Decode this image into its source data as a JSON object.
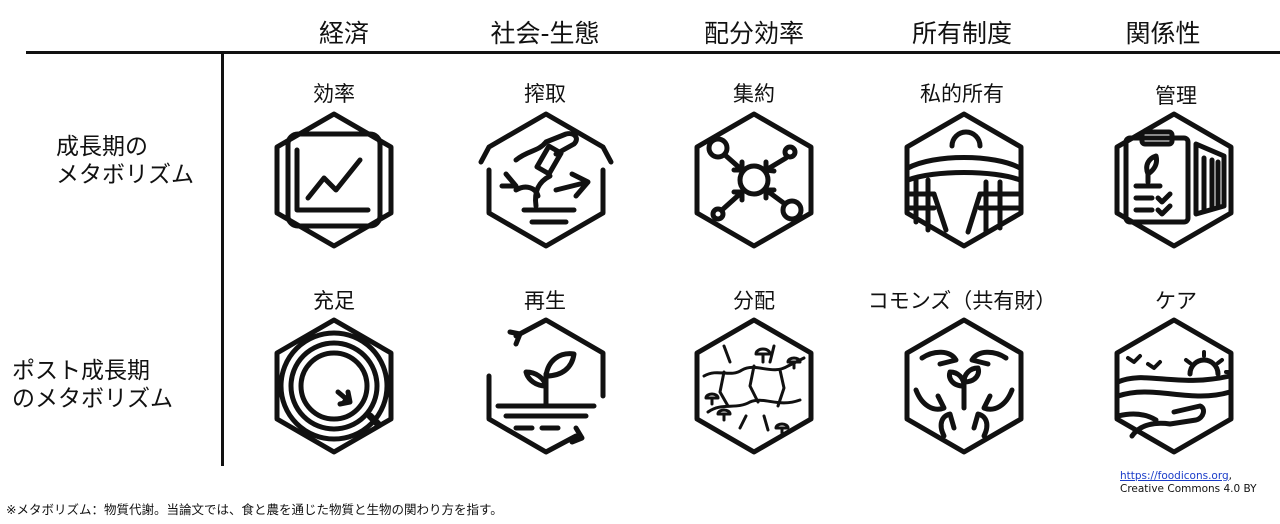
{
  "columns": [
    "経済",
    "社会-生態",
    "配分効率",
    "所有制度",
    "関係性"
  ],
  "rows": [
    {
      "label_line1": "成長期の",
      "label_line2": "メタボリズム",
      "cells": [
        {
          "label": "効率",
          "icon": "growth-chart-icon"
        },
        {
          "label": "搾取",
          "icon": "extraction-hand-icon"
        },
        {
          "label": "集約",
          "icon": "aggregation-nodes-icon"
        },
        {
          "label": "私的所有",
          "icon": "fenced-farmland-icon"
        },
        {
          "label": "管理",
          "icon": "clipboard-management-icon"
        }
      ]
    },
    {
      "label_line1": "ポスト成長期",
      "label_line2": "のメタボリズム",
      "cells": [
        {
          "label": "充足",
          "icon": "sufficiency-circle-icon"
        },
        {
          "label": "再生",
          "icon": "regeneration-sprout-icon"
        },
        {
          "label": "分配",
          "icon": "mycelium-network-icon"
        },
        {
          "label": "コモンズ（共有財）",
          "icon": "commons-hands-icon"
        },
        {
          "label": "ケア",
          "icon": "care-landscape-icon"
        }
      ]
    }
  ],
  "credit": {
    "link": "https://foodicons.org",
    "suffix": ",",
    "license": "Creative Commons 4.0 BY"
  },
  "footnote": "※メタボリズム：物質代謝。当論文では、食と農を通じた物質と生物の関わり方を指す。"
}
